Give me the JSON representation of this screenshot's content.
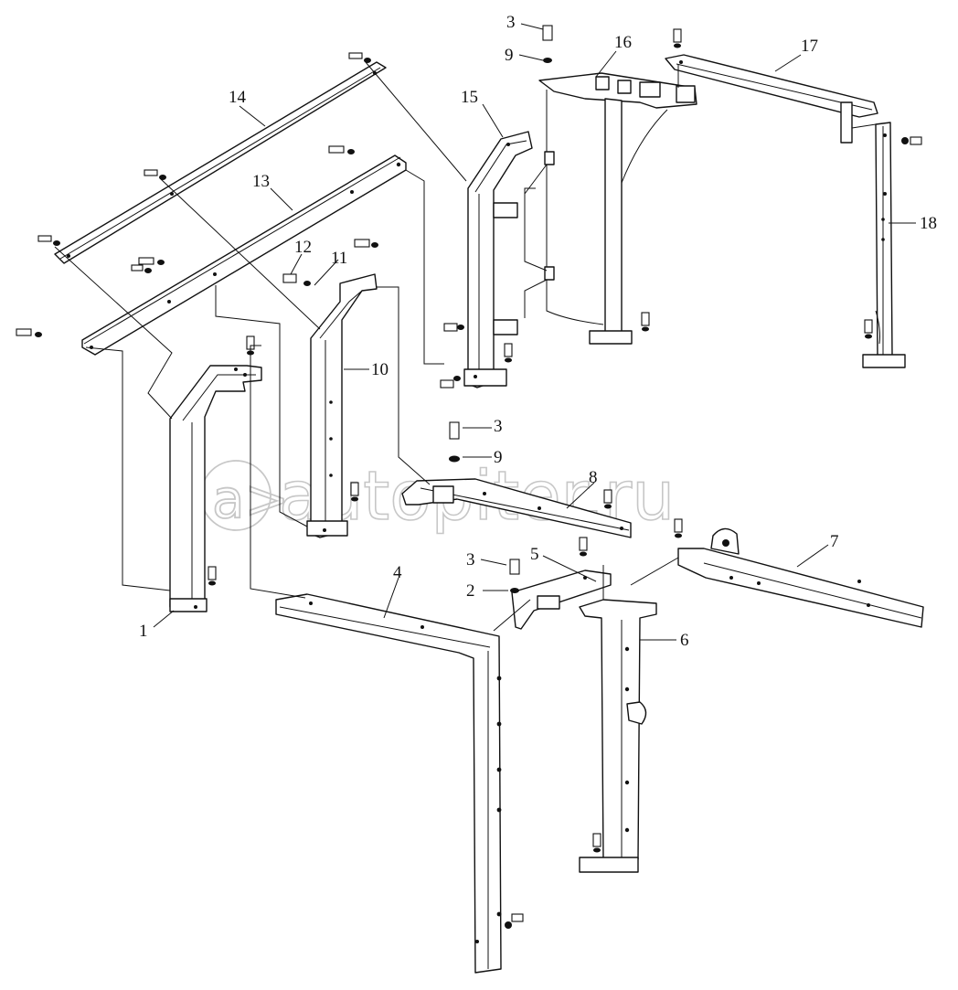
{
  "diagram": {
    "watermark": "autopiter.ru",
    "corner_mark": "",
    "callouts": [
      {
        "id": "c1",
        "label": "1"
      },
      {
        "id": "c2",
        "label": "2"
      },
      {
        "id": "c3a",
        "label": "3"
      },
      {
        "id": "c3b",
        "label": "3"
      },
      {
        "id": "c3c",
        "label": "3"
      },
      {
        "id": "c4",
        "label": "4"
      },
      {
        "id": "c5",
        "label": "5"
      },
      {
        "id": "c6",
        "label": "6"
      },
      {
        "id": "c7",
        "label": "7"
      },
      {
        "id": "c8",
        "label": "8"
      },
      {
        "id": "c9a",
        "label": "9"
      },
      {
        "id": "c9b",
        "label": "9"
      },
      {
        "id": "c10",
        "label": "10"
      },
      {
        "id": "c11",
        "label": "11"
      },
      {
        "id": "c12",
        "label": "12"
      },
      {
        "id": "c13",
        "label": "13"
      },
      {
        "id": "c14",
        "label": "14"
      },
      {
        "id": "c15",
        "label": "15"
      },
      {
        "id": "c16",
        "label": "16"
      },
      {
        "id": "c17",
        "label": "17"
      },
      {
        "id": "c18",
        "label": "18"
      }
    ]
  }
}
